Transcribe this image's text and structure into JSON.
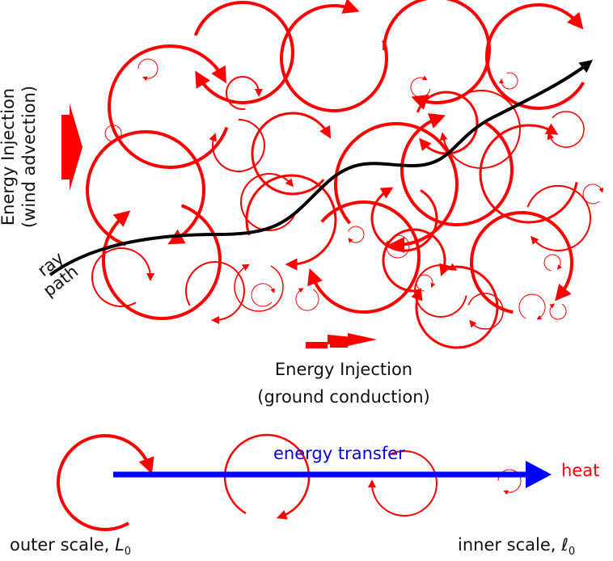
{
  "labels": {
    "energy_injection_left_line1": "Energy Injection",
    "energy_injection_left_line2": "(wind advection)",
    "ray_path_line1": "ray",
    "ray_path_line2": "path",
    "energy_injection_bottom_line1": "Energy Injection",
    "energy_injection_bottom_line2": "(ground conduction)",
    "energy_transfer": "energy transfer",
    "heat": "heat",
    "outer_scale": "outer scale, ",
    "outer_scale_symbol": "L",
    "outer_scale_sub": "0",
    "inner_scale": "inner scale, ",
    "inner_scale_symbol": "ℓ",
    "inner_scale_sub": "0"
  },
  "colors": {
    "eddy": "#ff0000",
    "ray_path": "#000000",
    "energy_transfer_arrow": "#0000ff",
    "injection_arrow": "#ff0000"
  }
}
